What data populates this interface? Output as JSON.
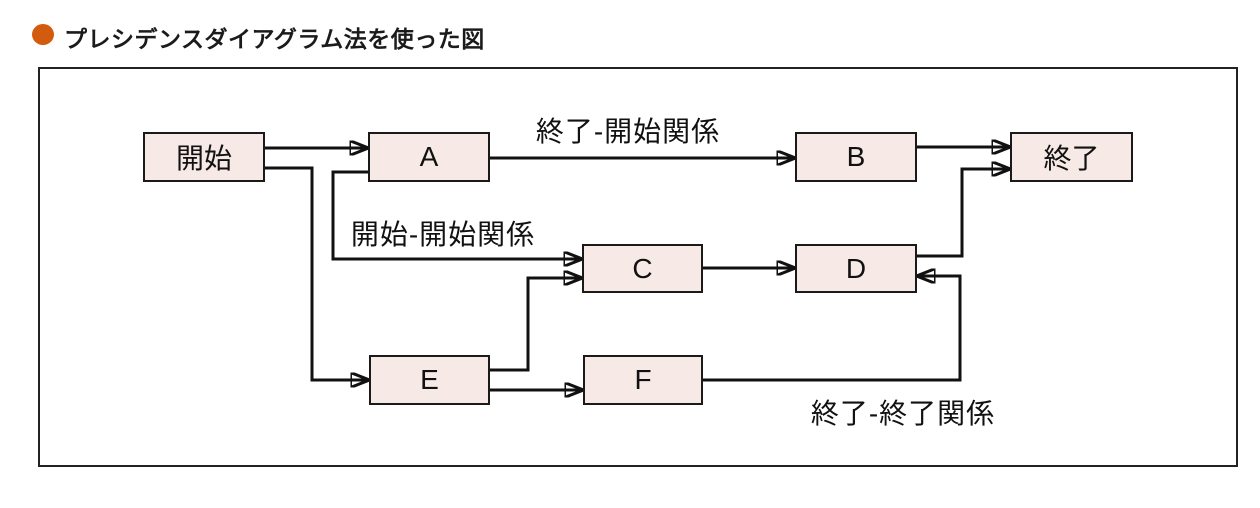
{
  "title": {
    "text": "プレシデンスダイアグラム法を使った図",
    "bullet_color": "#d35b0e"
  },
  "diagram": {
    "type": "precedence-diagram",
    "nodes": [
      {
        "id": "start",
        "label": "開始"
      },
      {
        "id": "A",
        "label": "A"
      },
      {
        "id": "B",
        "label": "B"
      },
      {
        "id": "end",
        "label": "終了"
      },
      {
        "id": "C",
        "label": "C"
      },
      {
        "id": "D",
        "label": "D"
      },
      {
        "id": "E",
        "label": "E"
      },
      {
        "id": "F",
        "label": "F"
      }
    ],
    "edges": [
      {
        "from": "開始",
        "to": "A",
        "type": "finish-start"
      },
      {
        "from": "開始",
        "to": "E",
        "type": "finish-start"
      },
      {
        "from": "A",
        "to": "B",
        "type": "finish-start",
        "label": "終了-開始関係"
      },
      {
        "from": "A",
        "to": "C",
        "type": "start-start",
        "label": "開始-開始関係"
      },
      {
        "from": "E",
        "to": "C",
        "type": "finish-start"
      },
      {
        "from": "C",
        "to": "D",
        "type": "finish-start"
      },
      {
        "from": "E",
        "to": "F",
        "type": "finish-start"
      },
      {
        "from": "B",
        "to": "終了",
        "type": "finish-start"
      },
      {
        "from": "D",
        "to": "終了",
        "type": "finish-start"
      },
      {
        "from": "F",
        "to": "D",
        "type": "finish-finish",
        "label": "終了-終了関係"
      }
    ],
    "edge_labels": {
      "finish_start": "終了-開始関係",
      "start_start": "開始-開始関係",
      "finish_finish": "終了-終了関係"
    },
    "colors": {
      "node_fill": "#f6e9e6",
      "node_border": "#1a1a1a",
      "line": "#111111",
      "frame_border": "#222222"
    }
  }
}
